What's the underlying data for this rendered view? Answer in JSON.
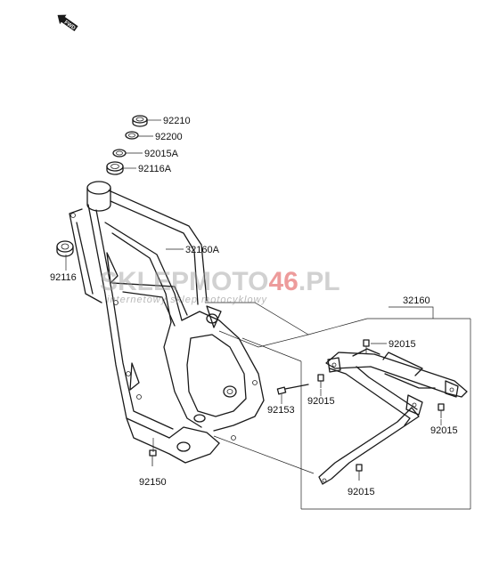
{
  "fwd_label": "FWD",
  "watermark": {
    "part1": "SKLEP",
    "part2": "MOTO",
    "part3": "46",
    "part4": ".PL",
    "subtitle": "internetowy sklep motocyklowy"
  },
  "callouts": [
    {
      "id": "92210",
      "label": "92210"
    },
    {
      "id": "92200",
      "label": "92200"
    },
    {
      "id": "92015A",
      "label": "92015A"
    },
    {
      "id": "92116A",
      "label": "92116A"
    },
    {
      "id": "32160A",
      "label": "32160A"
    },
    {
      "id": "92116",
      "label": "92116"
    },
    {
      "id": "32160",
      "label": "32160"
    },
    {
      "id": "92015-a",
      "label": "92015"
    },
    {
      "id": "92015-b",
      "label": "92015"
    },
    {
      "id": "92153",
      "label": "92153"
    },
    {
      "id": "92015-c",
      "label": "92015"
    },
    {
      "id": "92150",
      "label": "92150"
    },
    {
      "id": "92015-d",
      "label": "92015"
    }
  ],
  "colors": {
    "line": "#1a1a1a",
    "watermark_red": "#e04a4a",
    "watermark_gray": "#9a9a9a"
  }
}
